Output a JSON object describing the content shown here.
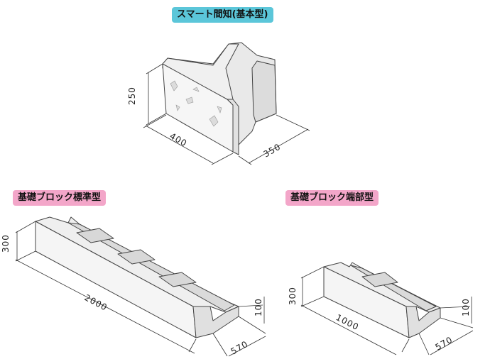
{
  "titles": {
    "smart_block": "スマート間知(基本型)",
    "foundation_standard": "基礎ブロック標準型",
    "foundation_end": "基礎ブロック端部型"
  },
  "dimensions": {
    "smart_block": {
      "height": "250",
      "width": "400",
      "depth": "350"
    },
    "foundation_standard": {
      "height": "300",
      "length": "2000",
      "depth": "570",
      "groove": "100"
    },
    "foundation_end": {
      "height": "300",
      "length": "1000",
      "depth": "570",
      "groove": "100"
    }
  },
  "colors": {
    "title_blue": "#5bc6d9",
    "title_pink": "#f3a6c9",
    "block_face": "#f4f4f4",
    "block_side": "#e6e6e6",
    "block_dark": "#d6d6d6"
  }
}
